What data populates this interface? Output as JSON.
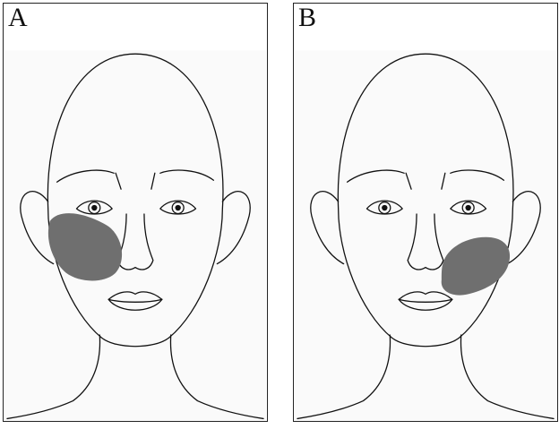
{
  "panels": [
    {
      "label": "A",
      "lesion_side": "right-cheek"
    },
    {
      "label": "B",
      "lesion_side": "left-cheek"
    }
  ],
  "colors": {
    "line": "#111111",
    "lesion": "#6f6f6f",
    "background": "#fafafa"
  }
}
